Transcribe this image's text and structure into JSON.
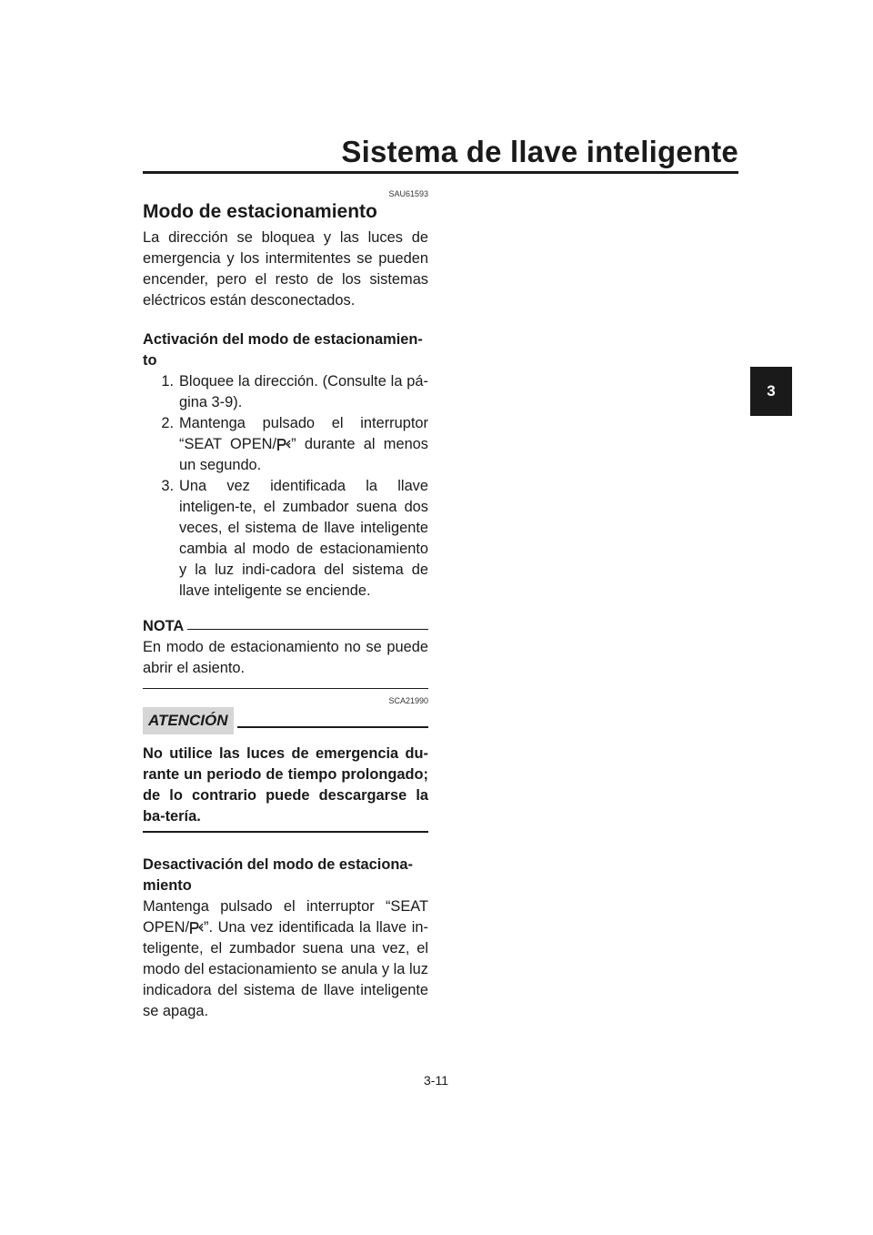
{
  "header": {
    "title": "Sistema de llave inteligente"
  },
  "chapter_tab": "3",
  "section": {
    "code": "SAU61593",
    "title": "Modo de estacionamiento",
    "intro": "La dirección se bloquea y las luces de emergencia y los intermitentes se pueden encender, pero el resto de los sistemas eléctricos están desconectados."
  },
  "activation": {
    "heading": "Activación del modo de estacionamien-to",
    "steps": [
      {
        "num": "1.",
        "text": "Bloquee la dirección. (Consulte la pá-gina 3-9)."
      },
      {
        "num": "2.",
        "text_a": "Mantenga pulsado el interruptor “SEAT OPEN/",
        "text_b": "” durante al menos un segundo."
      },
      {
        "num": "3.",
        "text": "Una vez identificada la llave inteligen-te, el zumbador suena dos veces, el sistema de llave inteligente cambia al modo de estacionamiento y la luz indi-cadora del sistema de llave inteligente se enciende."
      }
    ]
  },
  "nota": {
    "label": "NOTA",
    "text": "En modo de estacionamiento no se puede abrir el asiento."
  },
  "atencion": {
    "code": "SCA21990",
    "label": "ATENCIÓN",
    "text": "No utilice las luces de emergencia du-rante un periodo de tiempo prolongado; de lo contrario puede descargarse la ba-tería."
  },
  "deactivation": {
    "heading": "Desactivación del modo de estaciona-miento",
    "text_a": "Mantenga pulsado el interruptor “SEAT OPEN/",
    "text_b": "”. Una vez identificada la llave in-teligente, el zumbador suena una vez, el modo del estacionamiento se anula y la luz indicadora del sistema de llave inteligente se apaga."
  },
  "icons": {
    "park_symbol": "parking-key-icon"
  },
  "footer": {
    "page_number": "3-11"
  }
}
